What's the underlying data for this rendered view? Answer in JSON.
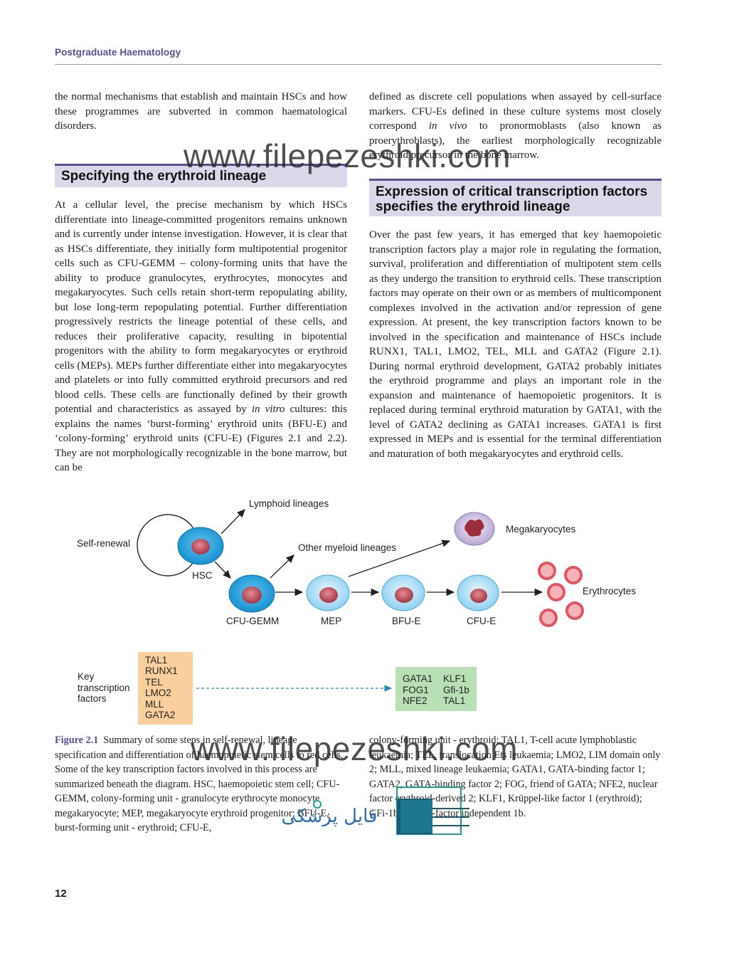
{
  "running_head": "Postgraduate Haematology",
  "page_number": "12",
  "left_column": {
    "intro_text": "the normal mechanisms that establish and maintain HSCs and how these programmes are subverted in common haematological disorders.",
    "section_heading": "Specifying the erythroid lineage",
    "body_text": "At a cellular level, the precise mechanism by which HSCs differentiate into lineage-committed progenitors remains unknown and is currently under intense investigation. However, it is clear that as HSCs differentiate, they initially form multipotential progenitor cells such as CFU-GEMM – colony-forming units that have the ability to produce granulocytes, erythrocytes, monocytes and megakaryocytes. Such cells retain short-term repopulating ability, but lose long-term repopulating potential. Further differentiation progressively restricts the lineage potential of these cells, and reduces their proliferative capacity, resulting in bipotential progenitors with the ability to form megakaryocytes or erythroid cells (MEPs). MEPs further differentiate either into megakaryocytes and platelets or into fully committed erythroid precursors and red blood cells. These cells are functionally defined by their growth potential and characteristics as assayed by",
    "body_italic": "in vitro",
    "body_text_2": "cultures: this explains the names ‘burst-forming’ erythroid units (BFU-E) and ‘colony-forming’ erythroid units (CFU-E) (Figures 2.1 and 2.2). They are not morphologically recognizable in the bone marrow, but can be"
  },
  "right_column": {
    "intro_text_1": "defined as discrete cell populations when assayed by cell-surface markers. CFU-Es defined in these culture systems most closely correspond",
    "intro_italic": "in vivo",
    "intro_text_2": "to pronormoblasts (also known as proerythroblasts), the earliest morphologically recognizable erythroid precursor in the bone marrow.",
    "section_heading_line1": "Expression of critical transcription factors",
    "section_heading_line2": "specifies the erythroid lineage",
    "body_text": "Over the past few years, it has emerged that key haemopoietic transcription factors play a major role in regulating the formation, survival, proliferation and differentiation of multipotent stem cells as they undergo the transition to erythroid cells. These transcription factors may operate on their own or as members of multicomponent complexes involved in the activation and/or repression of gene expression. At present, the key transcription factors known to be involved in the specification and maintenance of HSCs include RUNX1, TAL1, LMO2, TEL, MLL and GATA2 (Figure 2.1). During normal erythroid development, GATA2 probably initiates the erythroid programme and plays an important role in the expansion and maintenance of haemopoietic progenitors. It is replaced during terminal erythroid maturation by GATA1, with the level of GATA2 declining as GATA1 increases. GATA1 is first expressed in MEPs and is essential for the terminal differentiation and maturation of both megakaryocytes and erythroid cells."
  },
  "figure": {
    "labels": {
      "self_renewal": "Self-renewal",
      "hsc": "HSC",
      "lymphoid": "Lymphoid lineages",
      "other_myeloid": "Other myeloid lineages",
      "megakaryocytes": "Megakaryocytes",
      "erythrocytes": "Erythrocytes",
      "cfu_gemm": "CFU-GEMM",
      "mep": "MEP",
      "bfu_e": "BFU-E",
      "cfu_e": "CFU-E"
    },
    "key_label_lines": [
      "Key",
      "transcription",
      "factors"
    ],
    "left_factors": [
      "TAL1",
      "RUNX1",
      "TEL",
      "LMO2",
      "MLL",
      "GATA2"
    ],
    "right_factors_col1": [
      "GATA1",
      "FOG1",
      "NFE2"
    ],
    "right_factors_col2": [
      "KLF1",
      "Gfi-1b",
      "TAL1"
    ],
    "colors": {
      "cell_blue": "#1a9ad6",
      "cell_light": "#bfe4f7",
      "nucleus": "#b04050",
      "erythrocyte": "#e7747d",
      "left_box": "#f9cf9e",
      "right_box": "#b9e0b4",
      "accent": "#5b4d92"
    }
  },
  "caption": {
    "label": "Figure 2.1",
    "left_text": "Summary of some steps in self-renewal, lineage specification and differentiation of haemopoietic stem cells to red cells. Some of the key transcription factors involved in this process are summarized beneath the diagram. HSC, haemopoietic stem cell; CFU-GEMM, colony-forming unit - granulocyte erythrocyte monocyte megakaryocyte; MEP, megakaryocyte erythroid progenitor; BFU-E, burst-forming unit - erythroid; CFU-E,",
    "right_text": "colony-forming unit - erythroid; TAL1, T-cell acute lymphoblastic leukaemia; TEL, translocation Ets leukaemia; LMO2, LIM domain only 2; MLL, mixed lineage leukaemia; GATA1, GATA-binding factor 1; GATA2, GATA-binding factor 2; FOG, friend of GATA; NFE2, nuclear factor erythroid-derived 2; KLF1, Krüppel-like factor 1 (erythroid); GFi-1b, growth-factor independent 1b."
  },
  "watermark": {
    "text": "www.filepezeshki.com",
    "logo_text": "فایل پزشکی"
  }
}
